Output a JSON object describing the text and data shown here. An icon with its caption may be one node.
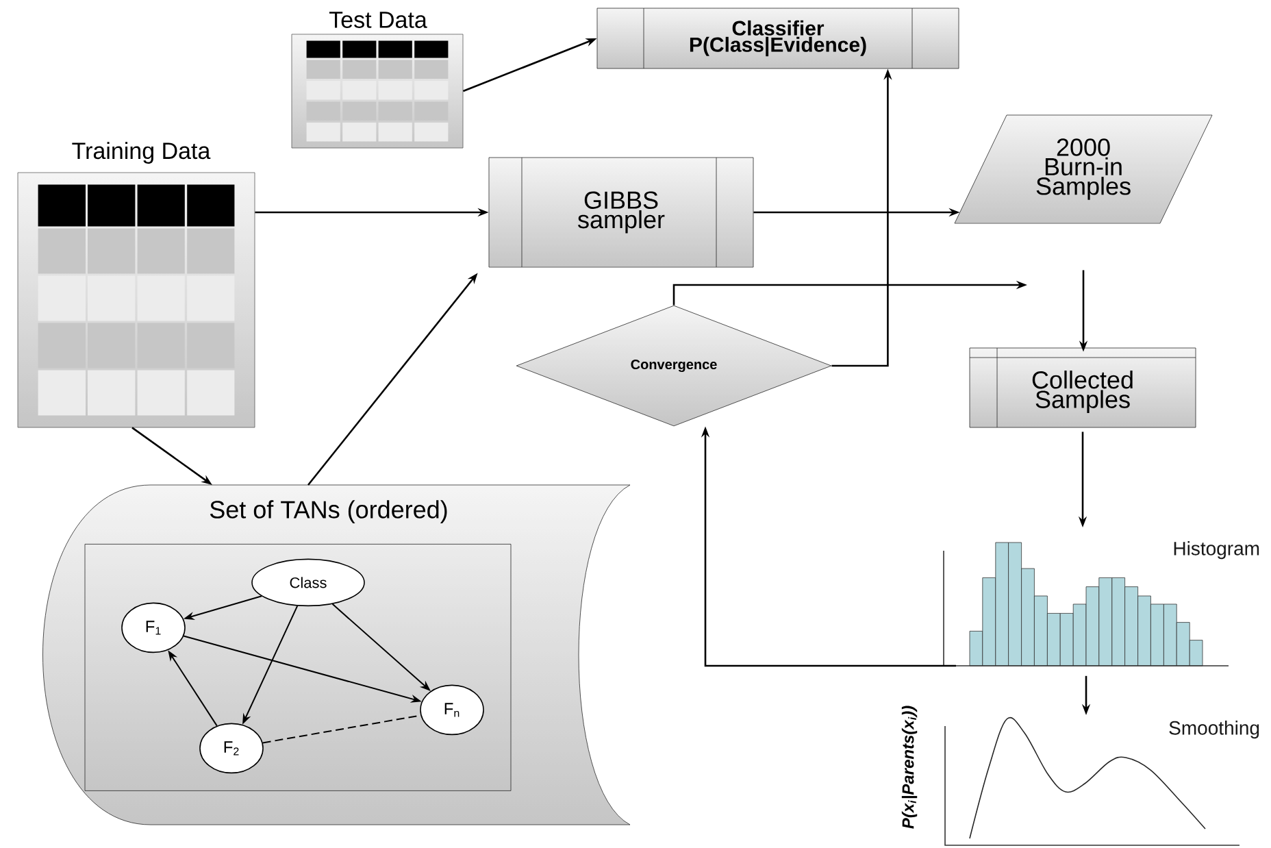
{
  "diagram": {
    "nodes": [
      {
        "text": [
          "Test Data"
        ]
      },
      {
        "text": [
          "Classifier P(Class|Evidence)"
        ]
      },
      {
        "text": [
          "Training Data"
        ]
      },
      {
        "text": [
          "GIBBS sampler"
        ]
      },
      {
        "text": [
          "2000 Burn-in Samples"
        ]
      },
      {
        "text": [
          "Convergence"
        ]
      },
      {
        "text": [
          "Collected Samples"
        ]
      },
      {
        "text": [
          "Set of TANs (ordered)"
        ]
      },
      {
        "text": [],
        "shape": "box",
        "in": 7
      },
      {
        "text": [
          "Class"
        ],
        "in": 8
      },
      {
        "text": [
          "F$_{1}$"
        ],
        "in": 8
      },
      {
        "text": [
          "F$_{2}$"
        ],
        "in": 8
      },
      {
        "text": [
          "F$_{n}$"
        ],
        "in": 8
      },
      {
        "text": [
          "Histogram"
        ]
      },
      {
        "text": [
          "Smoothing"
        ],
        "beside": [
          "P(x$_{i}$|Parents(x$_{i}$))"
        ]
      }
    ],
    "edges": [
      {
        "from": 0,
        "to": 1,
        "arrow": "to"
      },
      {
        "from": 2,
        "to": 3,
        "arrow": "to"
      },
      {
        "from": 3,
        "to": 4,
        "arrow": "to"
      },
      {
        "from": 5,
        "to": 1,
        "arrow": "to"
      },
      {
        "from": 5,
        "to": null,
        "arrow": "to"
      },
      {
        "from": 4,
        "to": 6,
        "arrow": "to"
      },
      {
        "from": 6,
        "to": 13,
        "arrow": "to"
      },
      {
        "from": 13,
        "to": 14,
        "arrow": "to"
      },
      {
        "from": 13,
        "to": 5,
        "arrow": "to"
      },
      {
        "from": 2,
        "to": 7,
        "arrow": "to"
      },
      {
        "from": 7,
        "to": 3,
        "arrow": "to"
      },
      {
        "from": 9,
        "to": 10,
        "arrow": "to"
      },
      {
        "from": 9,
        "to": 11,
        "arrow": "to"
      },
      {
        "from": 9,
        "to": 12,
        "arrow": "to"
      },
      {
        "from": 10,
        "to": 12,
        "arrow": "to"
      },
      {
        "from": 11,
        "to": 10,
        "arrow": "to"
      },
      {
        "from": 11,
        "to": 12,
        "arrow": "none",
        "style": "dashed"
      }
    ]
  }
}
